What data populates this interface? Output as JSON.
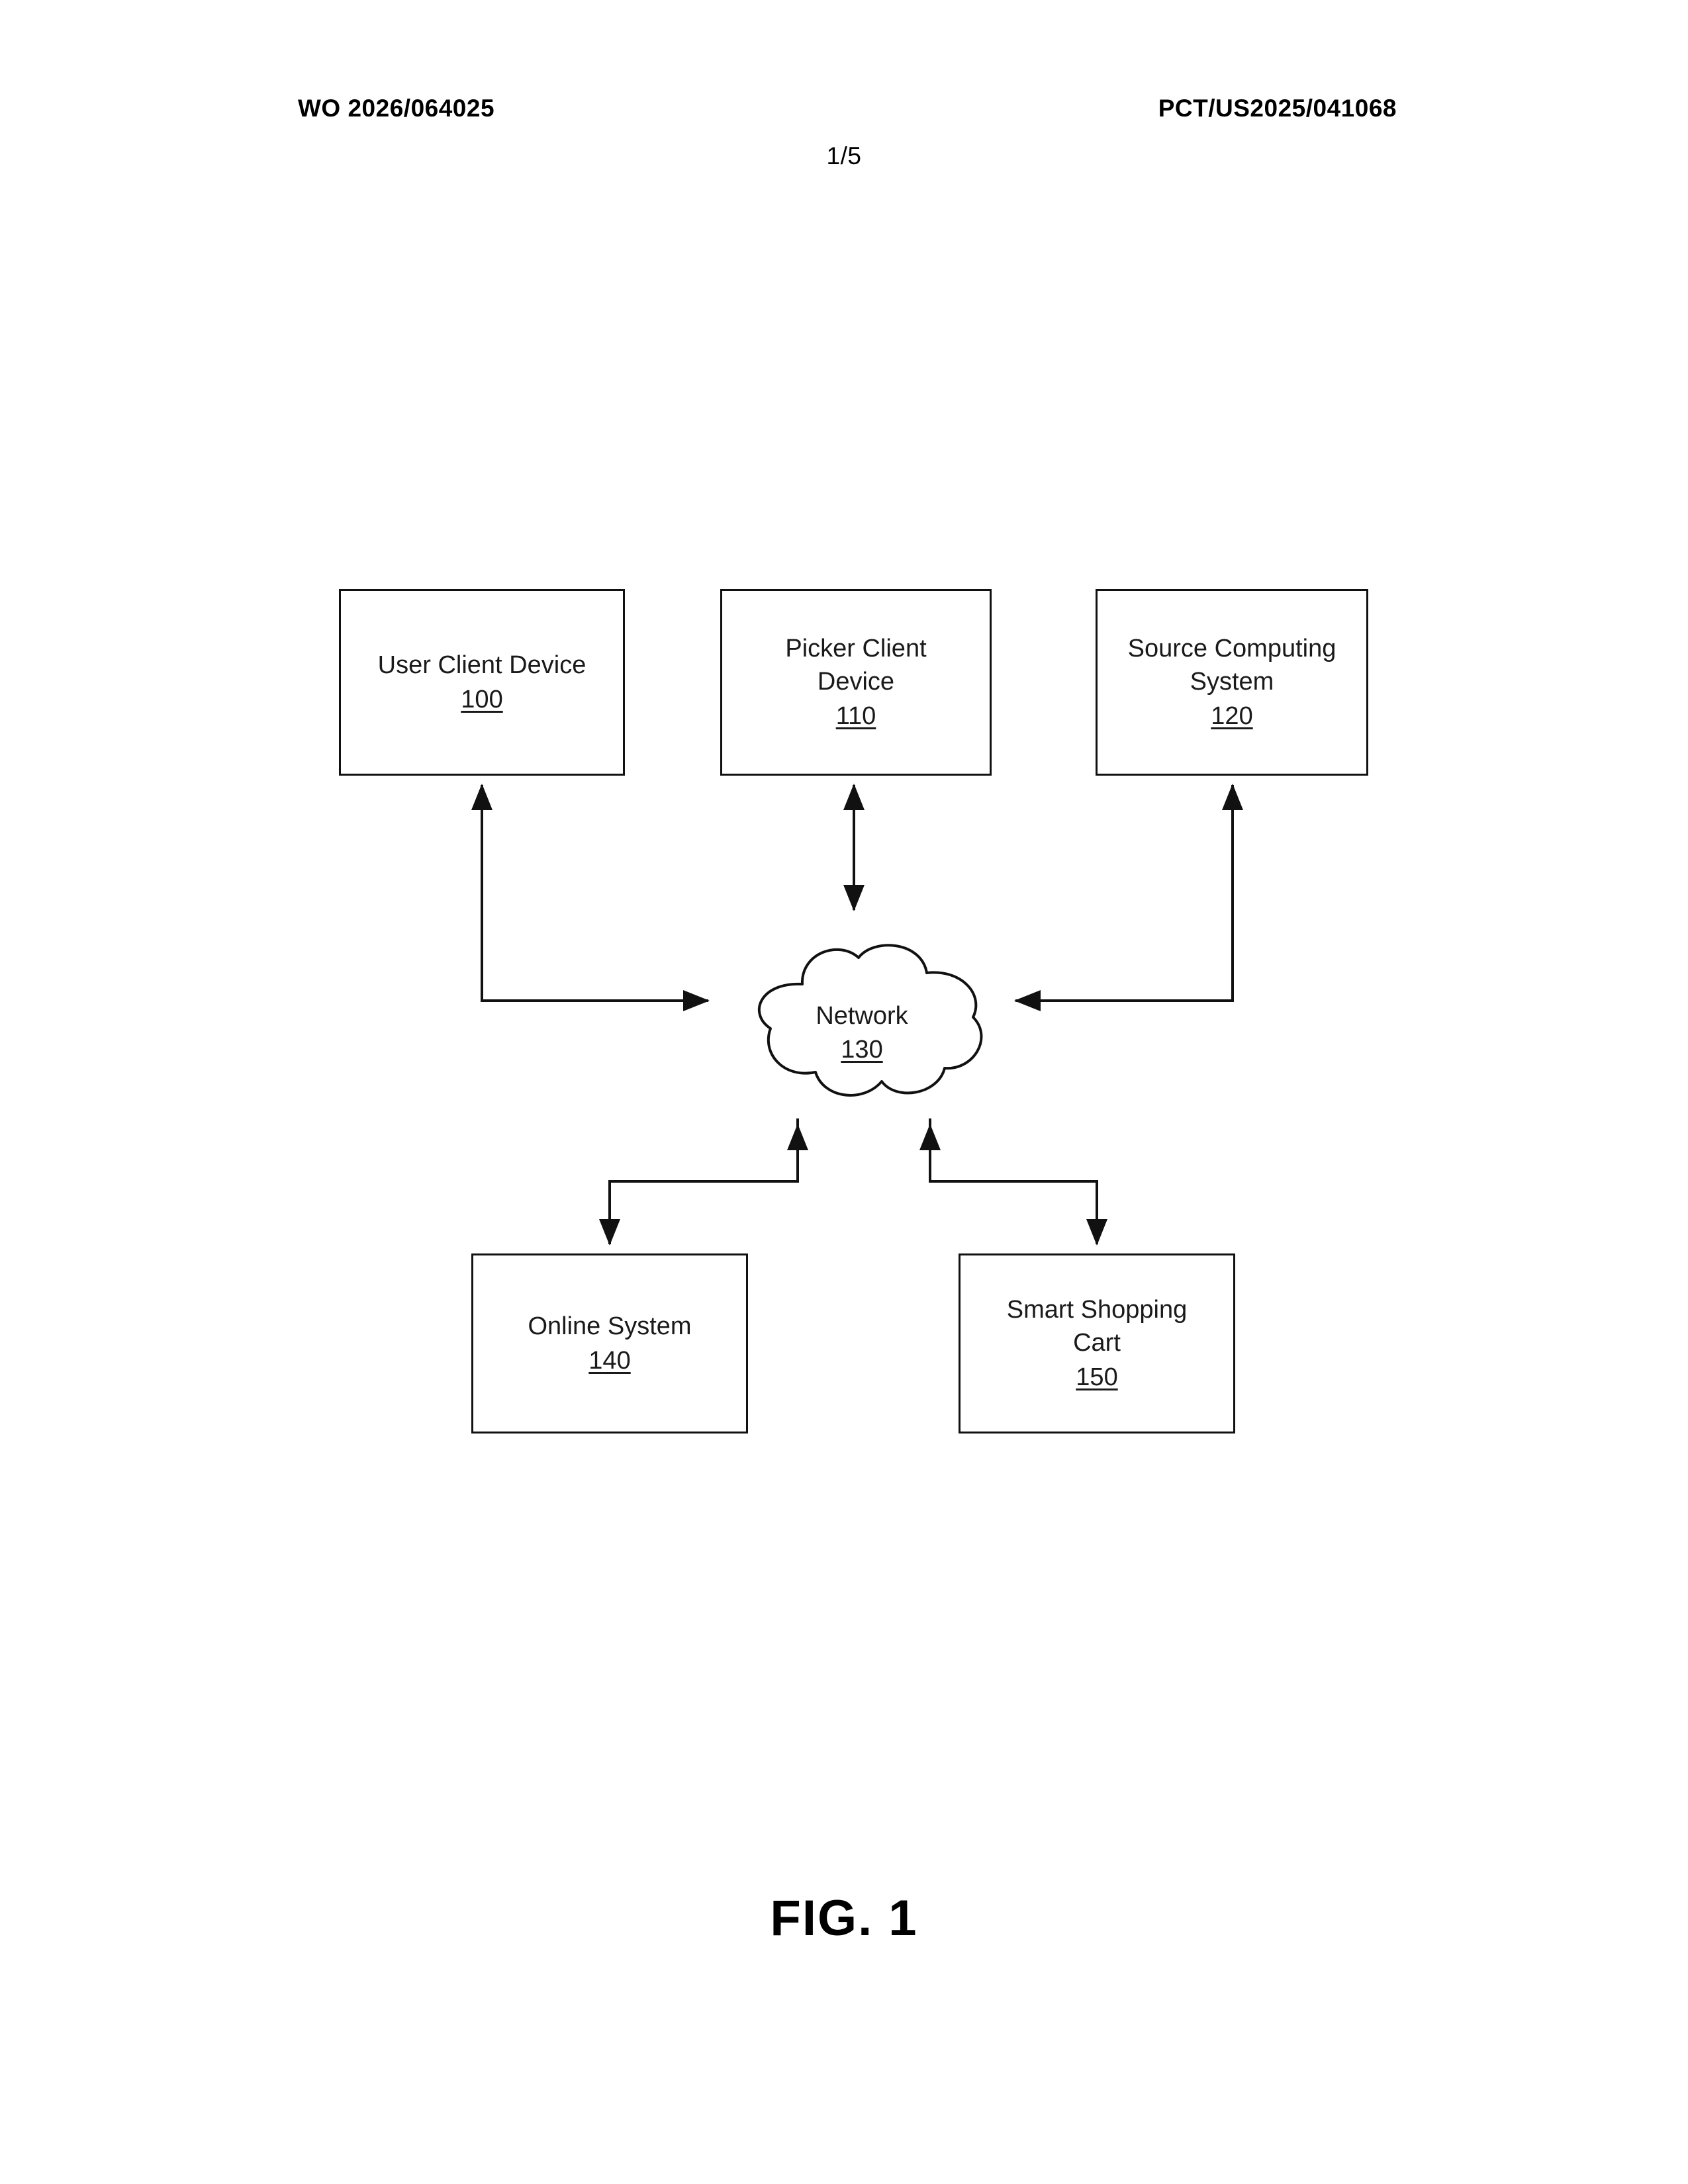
{
  "header": {
    "publication_number": "WO 2026/064025",
    "application_number": "PCT/US2025/041068",
    "page_number": "1/5"
  },
  "figure": {
    "caption": "FIG. 1",
    "nodes": [
      {
        "id": "user-client-device",
        "label": "User Client Device",
        "ref": "100"
      },
      {
        "id": "picker-client-device",
        "label": "Picker Client\nDevice",
        "ref": "110"
      },
      {
        "id": "source-computing-system",
        "label": "Source Computing\nSystem",
        "ref": "120"
      },
      {
        "id": "network",
        "label": "Network",
        "ref": "130"
      },
      {
        "id": "online-system",
        "label": "Online System",
        "ref": "140"
      },
      {
        "id": "smart-shopping-cart",
        "label": "Smart Shopping\nCart",
        "ref": "150"
      }
    ],
    "connectors": [
      {
        "from": "user-client-device",
        "to": "network",
        "style": "elbow",
        "arrows": "both"
      },
      {
        "from": "picker-client-device",
        "to": "network",
        "style": "straight",
        "arrows": "both"
      },
      {
        "from": "source-computing-system",
        "to": "network",
        "style": "elbow",
        "arrows": "both"
      },
      {
        "from": "network",
        "to": "online-system",
        "style": "elbow",
        "arrows": "both"
      },
      {
        "from": "network",
        "to": "smart-shopping-cart",
        "style": "elbow",
        "arrows": "both"
      }
    ]
  },
  "colors": {
    "ink": "#111111",
    "text": "#1a1a1a",
    "background": "#ffffff"
  }
}
